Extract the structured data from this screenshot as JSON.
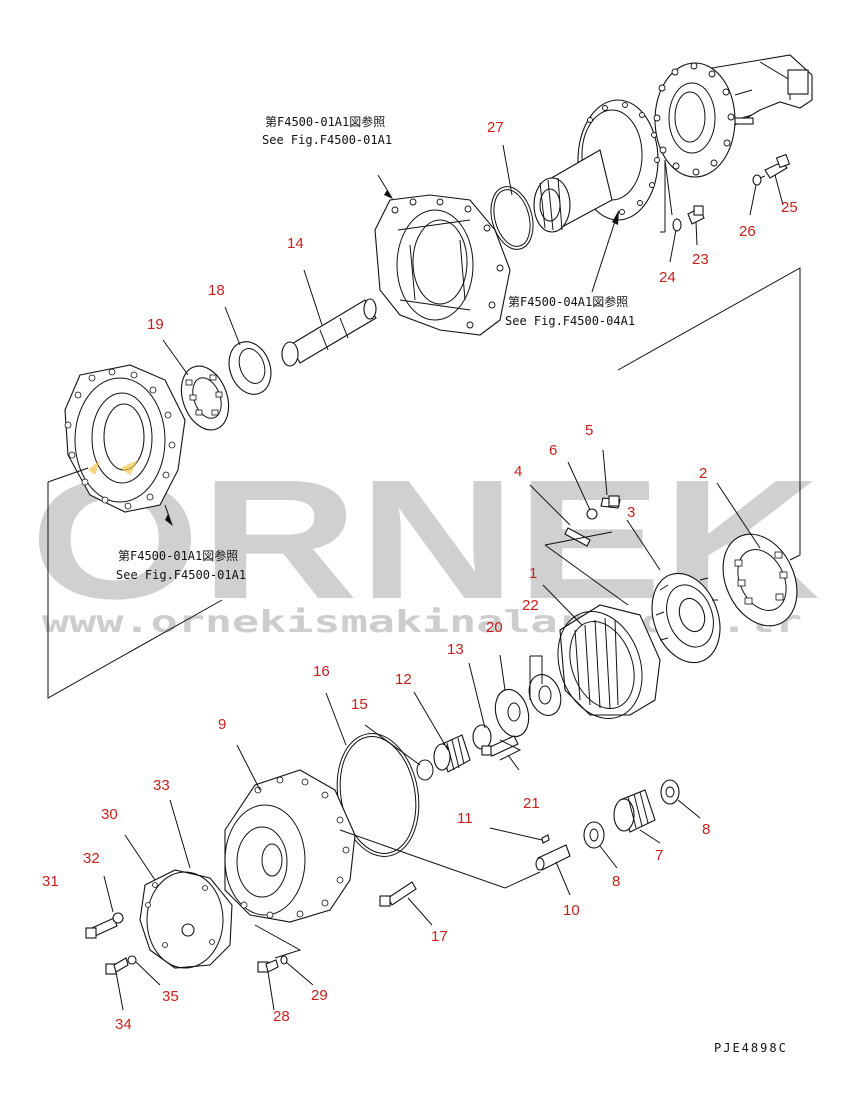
{
  "watermark": {
    "brand": "ORNEK",
    "url": "www.ornekismakinalari.com.tr"
  },
  "drawing_code": "PJE4898C",
  "references": {
    "ref_top_jp": "第F4500-01A1図参照",
    "ref_top_en": "See Fig.F4500-01A1",
    "ref_mid_jp": "第F4500-04A1図参照",
    "ref_mid_en": "See Fig.F4500-04A1",
    "ref_left_jp": "第F4500-01A1図参照",
    "ref_left_en": "See Fig.F4500-01A1"
  },
  "callouts": {
    "n1": "1",
    "n2": "2",
    "n3": "3",
    "n4": "4",
    "n5": "5",
    "n6": "6",
    "n7": "7",
    "n8a": "8",
    "n8b": "8",
    "n9": "9",
    "n10": "10",
    "n11": "11",
    "n12": "12",
    "n13": "13",
    "n14": "14",
    "n15": "15",
    "n16": "16",
    "n17": "17",
    "n18": "18",
    "n19": "19",
    "n20": "20",
    "n21": "21",
    "n22": "22",
    "n23": "23",
    "n24": "24",
    "n25": "25",
    "n26": "26",
    "n27": "27",
    "n28": "28",
    "n29": "29",
    "n30": "30",
    "n31": "31",
    "n32": "32",
    "n33": "33",
    "n34": "34",
    "n35": "35"
  },
  "colors": {
    "callout": "#c8201c",
    "line": "#111111",
    "watermark": "#d0d0d0"
  }
}
